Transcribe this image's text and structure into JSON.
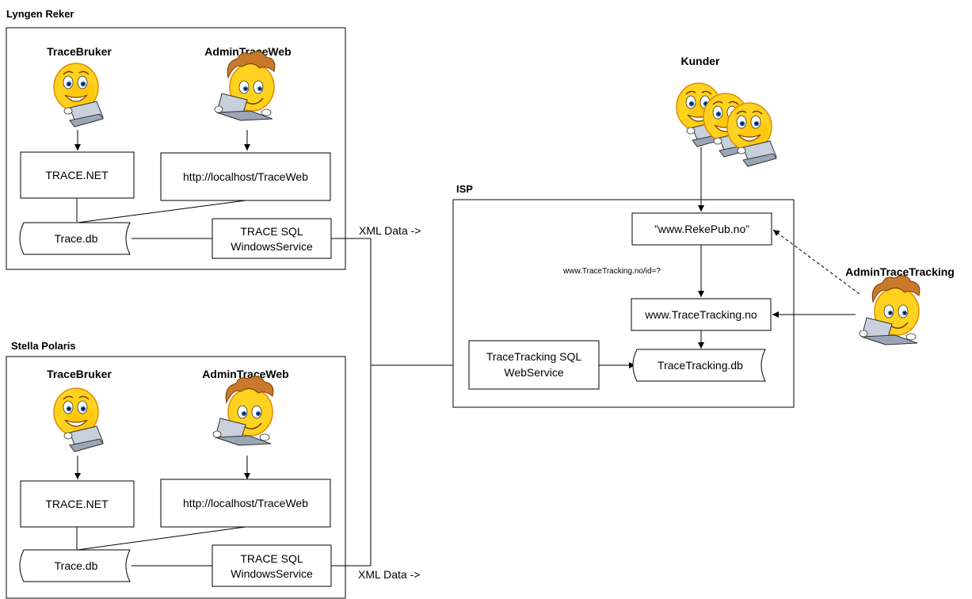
{
  "groups": {
    "lyngen": "Lyngen Reker",
    "stella": "Stella Polaris",
    "isp": "ISP"
  },
  "actors": {
    "trace_bruker": "TraceBruker",
    "admin_trace_web": "AdminTraceWeb",
    "kunder": "Kunder",
    "admin_trace_tracking": "AdminTraceTracking"
  },
  "nodes": {
    "trace_net": "TRACE.NET",
    "localhost": "http://localhost/TraceWeb",
    "trace_db": "Trace.db",
    "trace_sql_line1": "TRACE SQL",
    "trace_sql_line2": "WindowsService",
    "rekepub": "”www.RekePub.no”",
    "tracetracking_web": "www.TraceTracking.no",
    "tt_sql_line1": "TraceTracking SQL",
    "tt_sql_line2": "WebService",
    "tt_db": "TraceTracking.db"
  },
  "edges": {
    "xml_data": "XML Data ->",
    "query_url": "www.TraceTracking.no/id=?"
  },
  "colors": {
    "face": "#ffd21f",
    "face_shade": "#f39200",
    "hair": "#c87a2a",
    "laptop": "#c8d0dc"
  }
}
